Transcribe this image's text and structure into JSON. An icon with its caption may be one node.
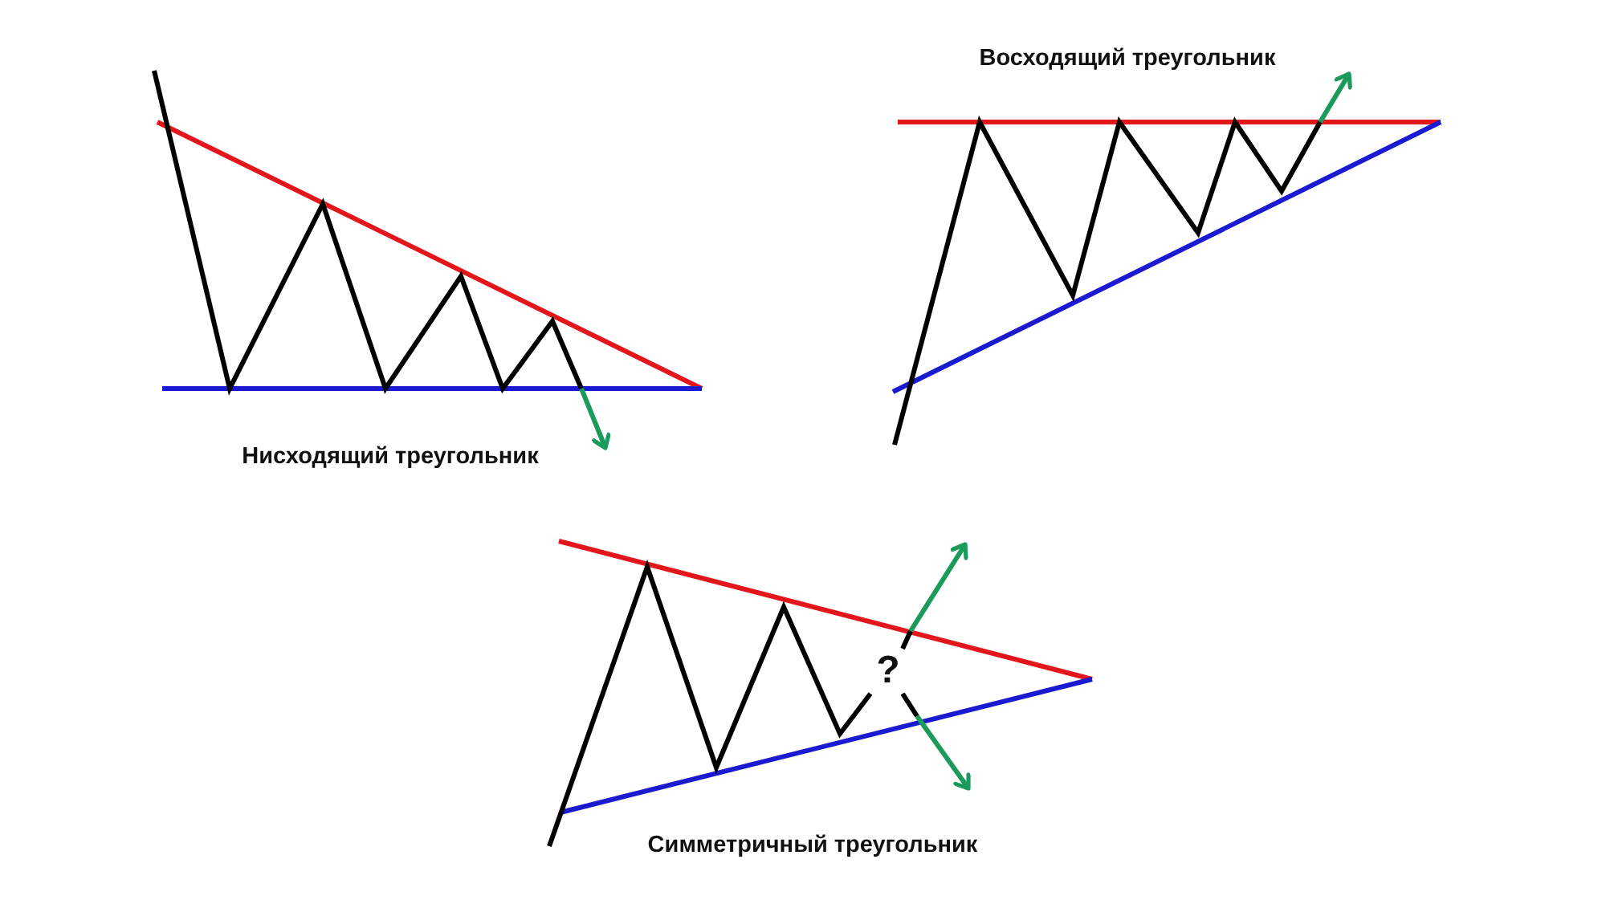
{
  "diagram": {
    "labels": [
      "Восходящий треугольник",
      "Нисходящий треугольник",
      "?",
      "Симметричный треугольник"
    ]
  }
}
